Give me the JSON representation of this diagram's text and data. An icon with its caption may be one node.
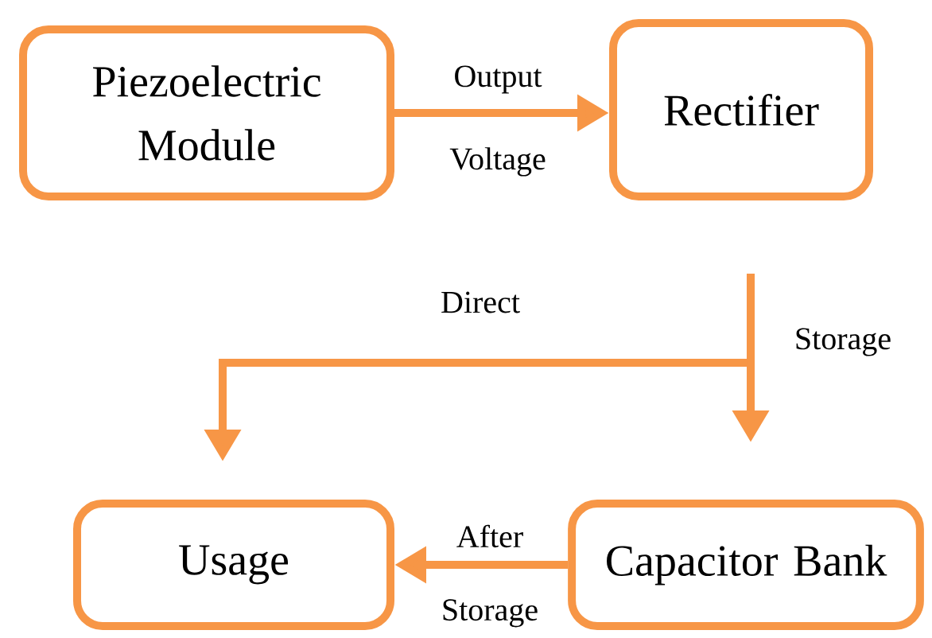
{
  "diagram": {
    "nodes": [
      {
        "text": [
          "Piezoelectric Module"
        ]
      },
      {
        "text": [
          "Rectifier"
        ]
      },
      {
        "text": [
          "Usage"
        ]
      },
      {
        "text": [
          "Capacitor Bank"
        ]
      }
    ],
    "edges": [
      {
        "from": 0,
        "to": 1,
        "arrow": "to",
        "label": "Output Voltage"
      },
      {
        "from": 1,
        "to": 2,
        "arrow": "to",
        "label": "Direct"
      },
      {
        "from": 1,
        "to": 3,
        "arrow": "to",
        "label": "Storage"
      },
      {
        "from": 3,
        "to": 2,
        "arrow": "to",
        "label": "After Storage"
      }
    ]
  }
}
